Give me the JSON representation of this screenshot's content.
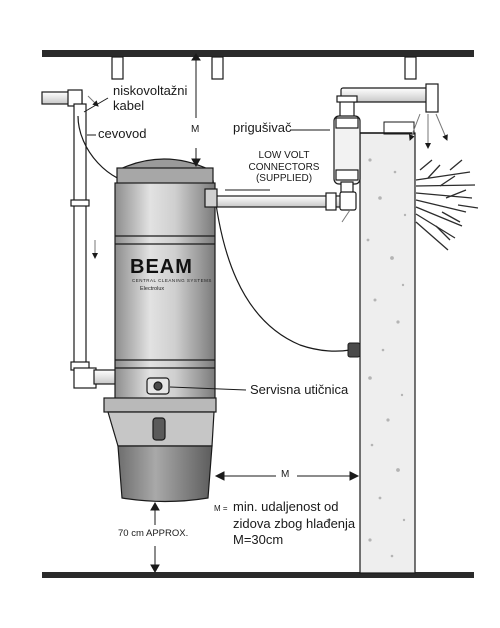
{
  "labels": {
    "low_voltage_cable_line1": "niskovoltažni",
    "low_voltage_cable_line2": "kabel",
    "pipe": "cevovod",
    "silencer": "prigušivač",
    "low_volt_line1": "LOW VOLT",
    "low_volt_line2": "CONNECTORS",
    "low_volt_line3": "(SUPPLIED)",
    "service_outlet": "Servisna utičnica",
    "m_marker": "M",
    "m_marker_bottom": "M",
    "m_legend_prefix": "M =",
    "clearance_line1": "min. udaljenost od",
    "clearance_line2": "zidova zbog hlađenja",
    "clearance_line3": "M=30cm",
    "floor_gap": "70 cm APPROX."
  },
  "unit": {
    "brand": "BEAM",
    "tagline": "CENTRAL CLEANING SYSTEMS",
    "maker": "Electrolux"
  }
}
